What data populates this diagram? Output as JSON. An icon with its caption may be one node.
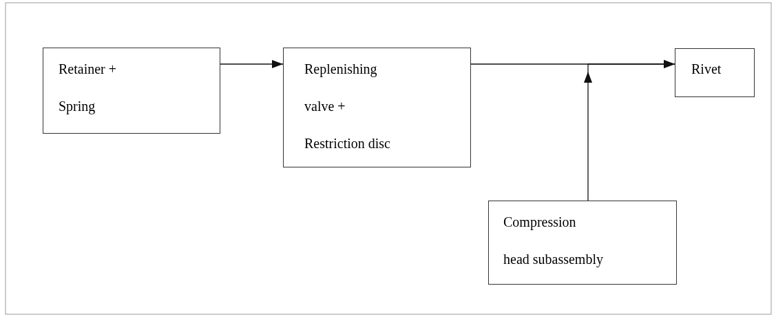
{
  "diagram": {
    "nodes": [
      {
        "text": [
          "Retainer + Spring"
        ]
      },
      {
        "text": [
          "Replenishing valve + Restriction disc"
        ]
      },
      {
        "text": [
          "Rivet"
        ]
      },
      {
        "text": [
          "Compression head subassembly"
        ]
      }
    ],
    "edges": [
      {
        "from": 0,
        "to": 1,
        "arrow": "to"
      },
      {
        "from": 1,
        "to": 2,
        "arrow": "to"
      },
      {
        "from": 3,
        "to": 2,
        "arrow": "to"
      }
    ]
  }
}
